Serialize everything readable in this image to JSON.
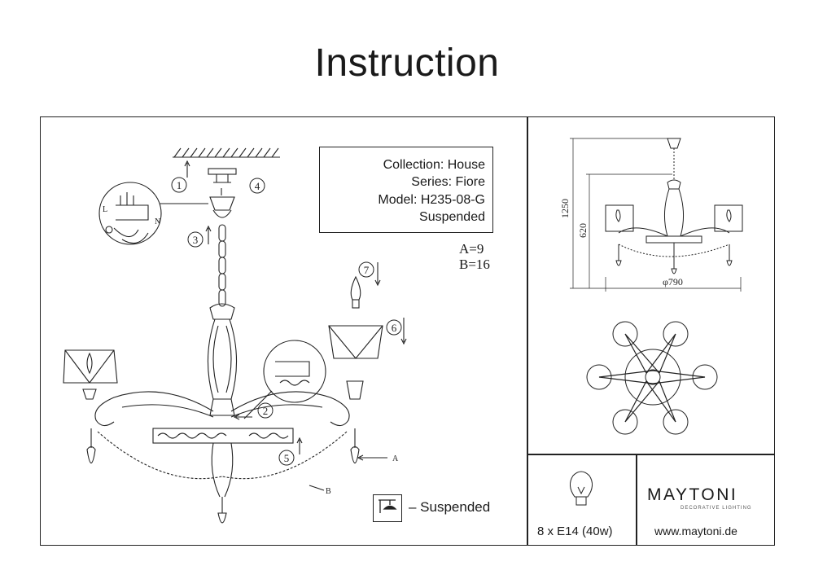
{
  "title": "Instruction",
  "info": {
    "collection": "Collection: House",
    "series": "Series: Fiore",
    "model": "Model: H235-08-G",
    "type": "Suspended"
  },
  "parts": {
    "a": "A=9",
    "b": "B=16"
  },
  "steps": [
    "1",
    "2",
    "3",
    "4",
    "5",
    "6",
    "7"
  ],
  "callouts": {
    "a": "A",
    "b": "B"
  },
  "wire_labels": {
    "l": "L",
    "n": "N"
  },
  "suspended_label": "– Suspended",
  "dimensions": {
    "height_total": "1250",
    "height_body": "620",
    "diameter": "φ790"
  },
  "bulb": "8 x E14 (40w)",
  "brand": {
    "name": "MAYTONI",
    "tagline": "DECORATIVE LIGHTING",
    "website": "www.maytoni.de"
  },
  "icons": [
    "ceiling-hatch-icon",
    "lamp-bulb-icon",
    "suspended-mount-icon",
    "chandelier-drawing"
  ]
}
